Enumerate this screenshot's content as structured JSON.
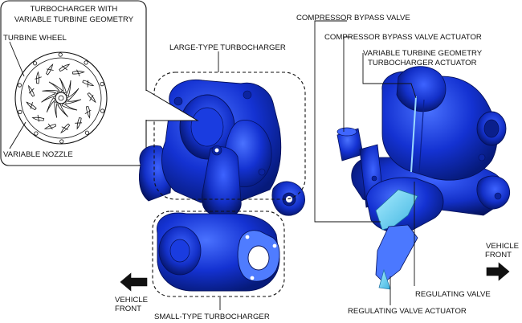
{
  "labels": {
    "inset_title_line1": "TURBOCHARGER WITH",
    "inset_title_line2": "VARIABLE TURBINE GEOMETRY",
    "turbine_wheel": "TURBINE WHEEL",
    "variable_nozzle": "VARIABLE NOZZLE",
    "large_turbocharger": "LARGE-TYPE TURBOCHARGER",
    "small_turbocharger": "SMALL-TYPE TURBOCHARGER",
    "vehicle_front_left_line1": "VEHICLE",
    "vehicle_front_left_line2": "FRONT",
    "compressor_bypass_valve": "COMPRESSOR BYPASS VALVE",
    "compressor_bypass_valve_actuator": "COMPRESSOR BYPASS VALVE ACTUATOR",
    "vtg_actuator_line1": "VARIABLE TURBINE GEOMETRY",
    "vtg_actuator_line2": "TURBOCHARGER ACTUATOR",
    "vehicle_front_right_line1": "VEHICLE",
    "vehicle_front_right_line2": "FRONT",
    "regulating_valve": "REGULATING VALVE",
    "regulating_valve_actuator": "REGULATING VALVE ACTUATOR"
  },
  "colors": {
    "part_base": "#1432d2",
    "part_dark": "#061a7a",
    "part_light": "#3f66ff",
    "highlight": "#6fd3f2",
    "ink": "#111111"
  }
}
